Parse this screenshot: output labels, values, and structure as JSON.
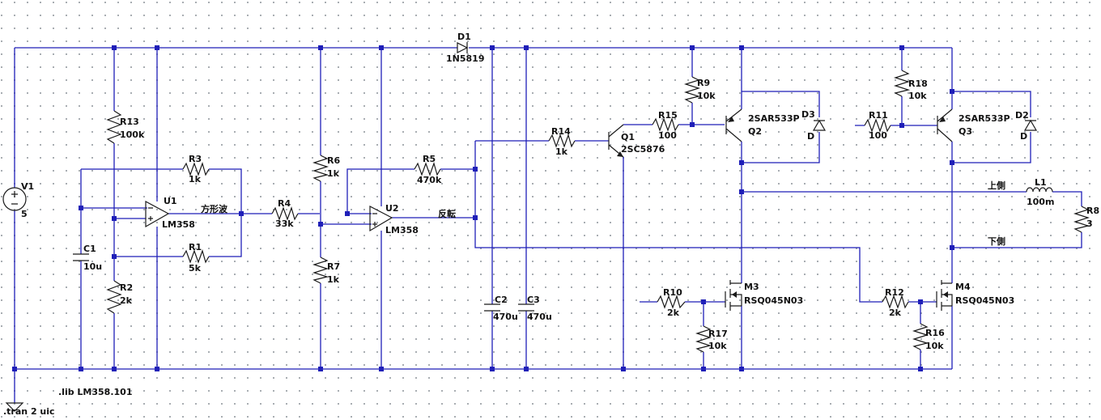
{
  "components": {
    "V1": {
      "ref": "V1",
      "value": "5"
    },
    "C1": {
      "ref": "C1",
      "value": "10u"
    },
    "R13": {
      "ref": "R13",
      "value": "100k"
    },
    "R2": {
      "ref": "R2",
      "value": "2k"
    },
    "R3": {
      "ref": "R3",
      "value": "1k"
    },
    "R1": {
      "ref": "R1",
      "value": "5k"
    },
    "U1": {
      "ref": "U1",
      "value": "LM358"
    },
    "R4": {
      "ref": "R4",
      "value": "33k"
    },
    "R6": {
      "ref": "R6",
      "value": "1k"
    },
    "R7": {
      "ref": "R7",
      "value": "1k"
    },
    "R5": {
      "ref": "R5",
      "value": "470k"
    },
    "U2": {
      "ref": "U2",
      "value": "LM358"
    },
    "D1": {
      "ref": "D1",
      "value": "1N5819"
    },
    "C2": {
      "ref": "C2",
      "value": "470u"
    },
    "C3": {
      "ref": "C3",
      "value": "470u"
    },
    "R14": {
      "ref": "R14",
      "value": "1k"
    },
    "Q1": {
      "ref": "Q1",
      "value": "2SC5876"
    },
    "R15": {
      "ref": "R15",
      "value": "100"
    },
    "R9": {
      "ref": "R9",
      "value": "10k"
    },
    "Q2": {
      "ref": "Q2",
      "value": "2SAR533P"
    },
    "D3": {
      "ref": "D3",
      "value": "D"
    },
    "R11": {
      "ref": "R11",
      "value": "100"
    },
    "R18": {
      "ref": "R18",
      "value": "10k"
    },
    "Q3": {
      "ref": "Q3",
      "value": "2SAR533P"
    },
    "D2": {
      "ref": "D2",
      "value": "D"
    },
    "L1": {
      "ref": "L1",
      "value": "100m"
    },
    "R8": {
      "ref": "R8",
      "value": "3"
    },
    "R10": {
      "ref": "R10",
      "value": "2k"
    },
    "R17": {
      "ref": "R17",
      "value": "10k"
    },
    "M3": {
      "ref": "M3",
      "value": "RSQ045N03"
    },
    "R12": {
      "ref": "R12",
      "value": "2k"
    },
    "R16": {
      "ref": "R16",
      "value": "10k"
    },
    "M4": {
      "ref": "M4",
      "value": "RSQ045N03"
    }
  },
  "nets": {
    "square_wave": "方形波",
    "inverted": "反転",
    "upper": "上側",
    "lower": "下側"
  },
  "directives": {
    "lib": ".lib LM358.101",
    "tran": ".tran 2 uic"
  },
  "colors": {
    "wire": "#1f1fb8",
    "component": "#1a1a1a",
    "grid": "#9aa0a6"
  }
}
